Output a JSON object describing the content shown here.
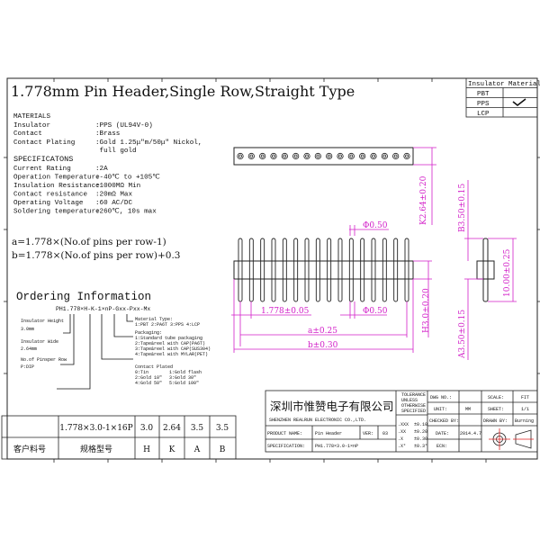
{
  "title": "1.778mm Pin Header,Single Row,Straight Type",
  "insulator_material": {
    "header": "Insulator Material",
    "rows": [
      {
        "name": "PBT",
        "checked": false
      },
      {
        "name": "PPS",
        "checked": true
      },
      {
        "name": "LCP",
        "checked": false
      }
    ]
  },
  "materials": {
    "heading": "MATERIALS",
    "rows": [
      {
        "label": "Insulator",
        "value": ":PPS (UL94V-0)"
      },
      {
        "label": "Contact",
        "value": ":Brass"
      },
      {
        "label": "Contact Plating",
        "value": ":Gold 1.25μ\"m/50μ\" Nickol,"
      },
      {
        "label": "",
        "value": " full gold"
      }
    ]
  },
  "specifications": {
    "heading": "SPECIFICATONS",
    "rows": [
      {
        "label": "Current Rating",
        "value": ":2A"
      },
      {
        "label": "Operation Temperature",
        "value": ":-40℃ to +105℃"
      },
      {
        "label": "Insulation Resistance",
        "value": ":1000MΩ Min"
      },
      {
        "label": "Contact resistance",
        "value": ":20mΩ Max"
      },
      {
        "label": "Operating Voltage",
        "value": ":60 AC/DC"
      },
      {
        "label": "Soldering temperature",
        "value": ":260℃, 10s max"
      }
    ]
  },
  "formulas": {
    "a": "a=1.778×(No.of pins per row-1)",
    "b": "b=1.778×(No.of pins per row)+0.3"
  },
  "ordering": {
    "heading": "Ordering Information",
    "code": "PH1.778×H-K-1×nP-Gxx-Pxx-Mx",
    "insulator_height": [
      "Insulator Height",
      "3.0mm"
    ],
    "insulator_wide": [
      "Insulator Wide",
      "2.64mm"
    ],
    "pins": [
      "No.of Pinsper Row",
      "P:DIP"
    ],
    "material_type": [
      "Material Type:",
      "1:PBT 2:PA6T 3:PPS 4:LCP"
    ],
    "packaging": [
      "Packaging:",
      "1:Standard tube packaging",
      "2:Tape&reel with CAP(PA6T)",
      "3:Tape&reel with CAP(SUS304)",
      "4:Tape&reel with MYLAR(PET)"
    ],
    "contact_plated": [
      "Contact Plated",
      "0:Tin",
      "1:Gold flash",
      "2:Gold 10\"",
      "3:Gold 30\"",
      "4:Gold 50\"",
      "5:Gold 100\""
    ]
  },
  "dimensions": {
    "k": "K2.64±0.20",
    "phi_top": "Φ0.50",
    "phi_bottom": "Φ0.50",
    "pitch": "1.778±0.05",
    "a": "a±0.25",
    "b": "b±0.30",
    "h": "H3.0±0.20",
    "b35": "B3.50±0.15",
    "a35": "A3.50±0.15",
    "total": "10.00±0.25"
  },
  "pin_count": 16,
  "part_table": {
    "values": [
      "",
      "1.778×3.0-1×16P",
      "3.0",
      "2.64",
      "3.5",
      "3.5"
    ],
    "headers": [
      "客户料号",
      "规格型号",
      "H",
      "K",
      "A",
      "B"
    ]
  },
  "title_block": {
    "company_cn": "深圳市惟赞电子有限公司",
    "company_en": "SHENZHEN REALRUN ELECTRONIC CO.,LTD.",
    "product_name_label": "PRODUCT NAME:",
    "product_name": "Pin Header",
    "ver_label": "VER:",
    "ver": "03",
    "spec_label": "SPECIFICATION:",
    "spec": "PH1.778×3.0-1×nP",
    "tolerance_header": [
      "TOLERANCE",
      "UNLESS",
      "OTHERWISE",
      "SPECIFIED"
    ],
    "tolerances": [
      ".XXX  ±0.10",
      ".XX   ±0.20",
      ".X    ±0.30",
      ".X°   ±0.3°"
    ],
    "dwg_no_label": "DWG NO.:",
    "unit_label": "UNIT:",
    "unit": "MM",
    "checked_label": "CHECKED BY:",
    "date_label": "DATE:",
    "date": "2014.4.7",
    "ecn_label": "ECN:",
    "scale_label": "SCALE:",
    "scale": "FIT",
    "sheet_label": "SHEET:",
    "sheet": "1/1",
    "drawn_label": "DRAWN BY:",
    "drawn": "Burning"
  },
  "colors": {
    "dimension": "#d21ec8",
    "projection_mark": "#e02020"
  }
}
